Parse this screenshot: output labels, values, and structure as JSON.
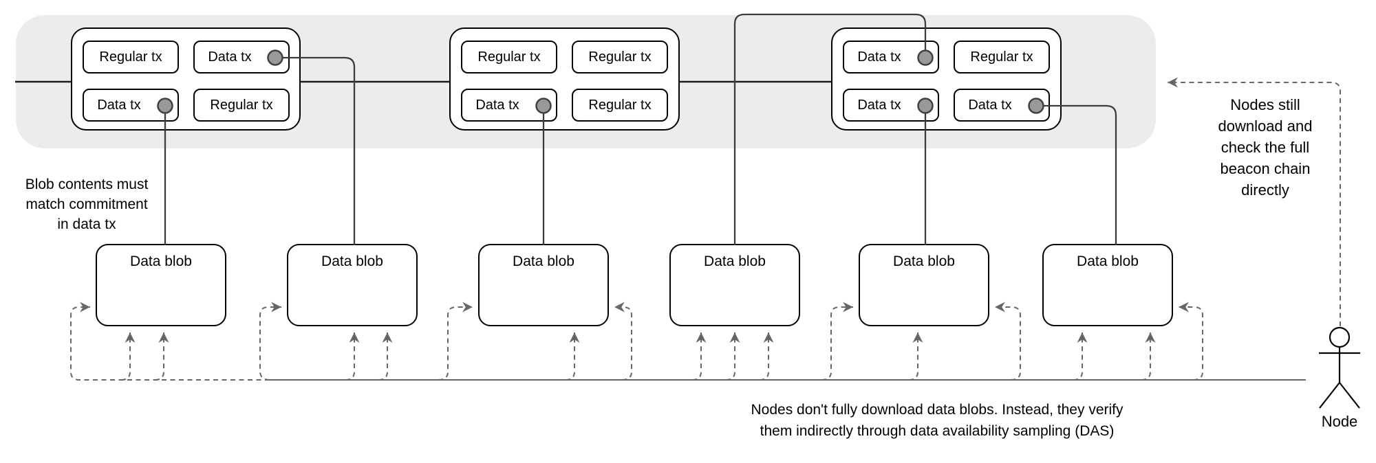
{
  "beacon_chain": {
    "blocks": [
      {
        "txs": [
          {
            "label": "Regular tx",
            "has_commitment_dot": false
          },
          {
            "label": "Data tx",
            "has_commitment_dot": true
          },
          {
            "label": "Data tx",
            "has_commitment_dot": true
          },
          {
            "label": "Regular tx",
            "has_commitment_dot": false
          }
        ]
      },
      {
        "txs": [
          {
            "label": "Regular tx",
            "has_commitment_dot": false
          },
          {
            "label": "Regular tx",
            "has_commitment_dot": false
          },
          {
            "label": "Data tx",
            "has_commitment_dot": true
          },
          {
            "label": "Regular tx",
            "has_commitment_dot": false
          }
        ]
      },
      {
        "txs": [
          {
            "label": "Data tx",
            "has_commitment_dot": true
          },
          {
            "label": "Regular tx",
            "has_commitment_dot": false
          },
          {
            "label": "Data tx",
            "has_commitment_dot": true
          },
          {
            "label": "Data tx",
            "has_commitment_dot": true
          }
        ]
      }
    ]
  },
  "blobs": [
    {
      "label": "Data blob"
    },
    {
      "label": "Data blob"
    },
    {
      "label": "Data blob"
    },
    {
      "label": "Data blob"
    },
    {
      "label": "Data blob"
    },
    {
      "label": "Data blob"
    }
  ],
  "annotations": {
    "blob_note": "Blob contents must\nmatch commitment\nin data tx",
    "right_note": "Nodes still\ndownload and\ncheck the full\nbeacon chain\ndirectly",
    "bottom_note": "Nodes don't fully download data blobs. Instead, they verify\nthem indirectly through data availability sampling (DAS)",
    "node_label": "Node"
  },
  "colors": {
    "band": "#ececec",
    "dot_fill": "#999999",
    "dot_stroke": "#404040",
    "solid_line": "#1a1a1a",
    "dashed_line": "#666666"
  }
}
